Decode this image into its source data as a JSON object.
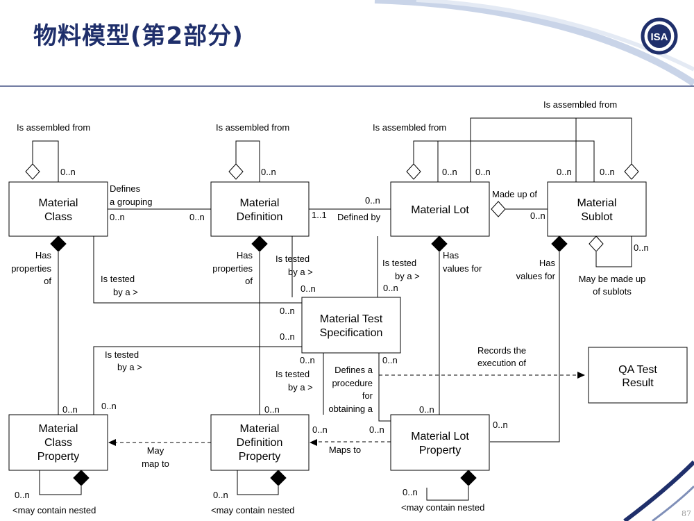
{
  "slide": {
    "title": "物料模型(第2部分)",
    "page_number": "87",
    "logo_text": "ISA"
  },
  "boxes": {
    "material_class": [
      "Material",
      "Class"
    ],
    "material_definition": [
      "Material",
      "Definition"
    ],
    "material_lot": [
      "Material Lot"
    ],
    "material_sublot": [
      "Material",
      "Sublot"
    ],
    "material_test_spec": [
      "Material Test",
      "Specification"
    ],
    "qa_test_result": [
      "QA Test",
      "Result"
    ],
    "material_class_property": [
      "Material",
      "Class",
      "Property"
    ],
    "material_definition_property": [
      "Material",
      "Definition",
      "Property"
    ],
    "material_lot_property": [
      "Material Lot",
      "Property"
    ]
  },
  "labels": {
    "is_assembled_from": "Is assembled from",
    "defines": "Defines",
    "a_grouping": "a grouping",
    "defined_by": "Defined by",
    "made_up_of": "Made up of",
    "has": "Has",
    "properties": "properties",
    "of": "of",
    "is_tested": "Is tested",
    "by_a": "by a >",
    "values_for": "values for",
    "may_be_made_up": "May be made up",
    "of_sublots": "of sublots",
    "records_the": "Records the",
    "execution_of": "execution of",
    "defines_a": "Defines a",
    "procedure": "procedure",
    "for": "for",
    "obtaining_a": "obtaining a",
    "may": "May",
    "map_to": "map to",
    "maps_to": "Maps to",
    "may_contain_nested": "<may contain nested",
    "mult_0n": "0..n",
    "mult_11": "1..1"
  }
}
